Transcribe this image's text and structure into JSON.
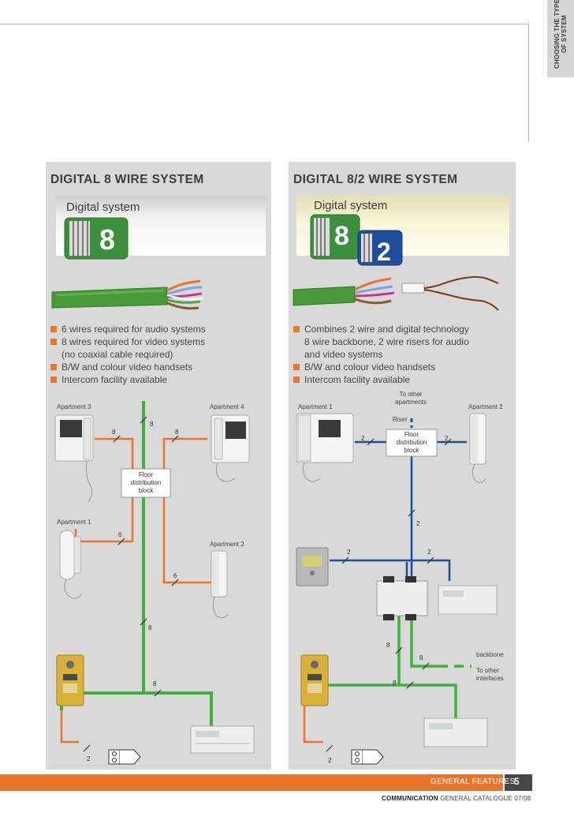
{
  "sidebar": {
    "line1": "CHOOSING THE TYPE",
    "line2": "OF SYSTEM"
  },
  "left": {
    "title": "DIGITAL 8 WIRE SYSTEM",
    "badge_label": "Digital system",
    "badge_number": "8",
    "bullets": [
      {
        "text": "6 wires required for audio systems",
        "marker": true
      },
      {
        "text": "8 wires required for video systems",
        "marker": true
      },
      {
        "text": "(no coaxial cable required)",
        "marker": false
      },
      {
        "text": "B/W and colour video handsets",
        "marker": true
      },
      {
        "text": "Intercom facility available",
        "marker": true
      }
    ],
    "diagram": {
      "apartment3": "Apartment 3",
      "apartment4": "Apartment 4",
      "apartment1": "Apartment 1",
      "apartment2": "Apartment 2",
      "block_line1": "Floor",
      "block_line2": "distribution",
      "block_line3": "block",
      "wire_counts": [
        "8",
        "8",
        "8",
        "6",
        "6",
        "8",
        "8",
        "2"
      ]
    }
  },
  "right": {
    "title": "DIGITAL 8/2 WIRE SYSTEM",
    "badge_label": "Digital system",
    "badge_number_a": "8",
    "badge_number_b": "2",
    "bullets": [
      {
        "text": "Combines 2 wire and digital technology",
        "marker": true
      },
      {
        "text": "8 wire backbone, 2 wire risers for audio",
        "marker": false
      },
      {
        "text": "and video systems",
        "marker": false
      },
      {
        "text": "B/W and colour video handsets",
        "marker": true
      },
      {
        "text": "Intercom facility available",
        "marker": true
      }
    ],
    "diagram": {
      "to_other_apartments_1": "To other",
      "to_other_apartments_2": "apartments",
      "riser": "Riser",
      "apartment1": "Apartment 1",
      "apartment2": "Apartment 2",
      "block_line1": "Floor",
      "block_line2": "distribution",
      "block_line3": "block",
      "backbone": "backbone",
      "to_other_interfaces_1": "To other",
      "to_other_interfaces_2": "interfaces",
      "wire_counts": [
        "2",
        "2",
        "2",
        "2",
        "2",
        "8",
        "8",
        "8",
        "2"
      ]
    }
  },
  "footer": {
    "section": "GENERAL FEATURES",
    "page_number": "5",
    "brand": "COMMUNICATION",
    "catalogue": "GENERAL CATALOGUE 07/08"
  },
  "colors": {
    "orange": "#e8752b",
    "green": "#3fb13c",
    "blue": "#1e4f9c",
    "panel": "#d9d9d9"
  }
}
